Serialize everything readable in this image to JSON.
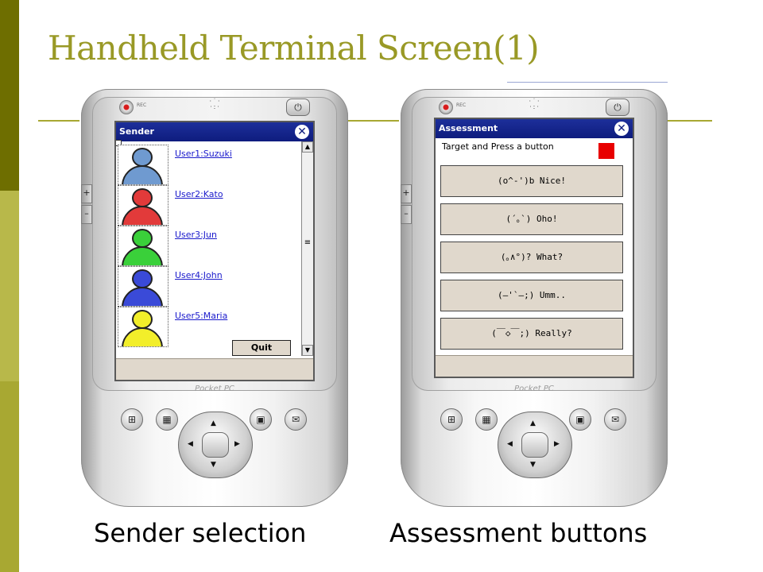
{
  "slide": {
    "title": "Handheld Terminal Screen(1)"
  },
  "left_device": {
    "window_title": "Sender",
    "users": [
      {
        "label": "User1:Suzuki",
        "color": "#6f9ad0"
      },
      {
        "label": "User2:Kato",
        "color": "#e23a3a"
      },
      {
        "label": "User3:Jun",
        "color": "#3ad03a"
      },
      {
        "label": "User4:John",
        "color": "#3a4ad8"
      },
      {
        "label": "User5:Maria",
        "color": "#f2ee2a"
      }
    ],
    "quit_label": "Quit",
    "caption": "Sender selection"
  },
  "right_device": {
    "window_title": "Assessment",
    "prompt": "Target and Press a button",
    "target_color": "#e80000",
    "buttons": [
      "(o^-')b Nice!",
      "(´｡`) Oho!",
      "(｡∧°)? What?",
      "(―'`―;) Umm..",
      "(￣◇￣;) Really?"
    ],
    "caption": "Assessment buttons"
  },
  "device": {
    "rec_label": "REC",
    "brand": "Pocket PC"
  },
  "icons": {
    "power": "⏻",
    "close": "✕",
    "windows": "⊞",
    "calendar": "▦",
    "contacts": "▣",
    "mail": "✉",
    "up": "▲",
    "down": "▼",
    "left": "◀",
    "right": "▶",
    "plus": "+",
    "minus": "–",
    "scroll_grip": "≡"
  }
}
